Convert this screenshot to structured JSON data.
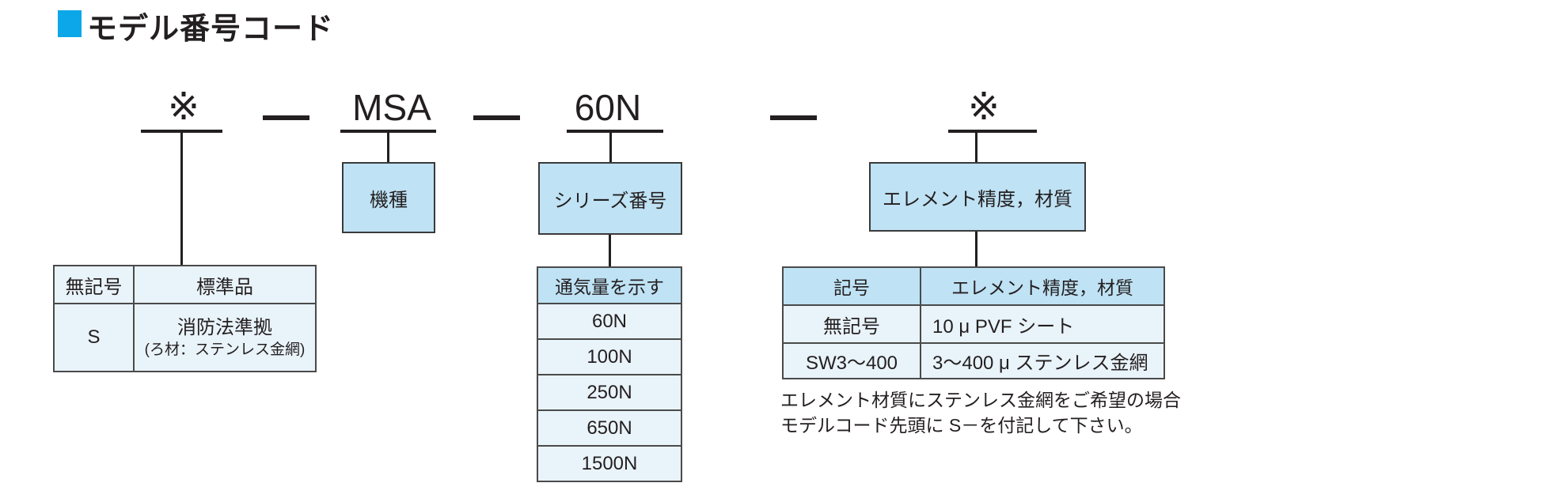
{
  "header": {
    "title": "モデル番号コード"
  },
  "model_code": {
    "prefix": "※",
    "model": "MSA",
    "series": "60N",
    "suffix": "※"
  },
  "callouts": {
    "model_label": "機種",
    "series_label": "シリーズ番号",
    "element_label": "エレメント精度，材質"
  },
  "prefix_table": {
    "rows": [
      [
        "無記号",
        "標準品"
      ],
      [
        "S",
        "消防法準拠",
        "(ろ材：ステンレス金網)"
      ]
    ]
  },
  "series_table": {
    "header": "通気量を示す",
    "rows": [
      "60N",
      "100N",
      "250N",
      "650N",
      "1500N"
    ]
  },
  "element_table": {
    "headers": [
      "記号",
      "エレメント精度，材質"
    ],
    "rows": [
      [
        "無記号",
        "10 μ PVF シート"
      ],
      [
        "SW3～400",
        "3～400 μ ステンレス金網"
      ]
    ]
  },
  "note": {
    "line1": "エレメント材質にステンレス金網をご希望の場合",
    "line2": "モデルコード先頭に S－を付記して下さい。"
  },
  "colors": {
    "accent_cyan": "#0ba7e8",
    "box_blue": "#bfe2f4",
    "cell_blue": "#e9f3fa",
    "border": "#4a4a4a",
    "text": "#231f20"
  }
}
